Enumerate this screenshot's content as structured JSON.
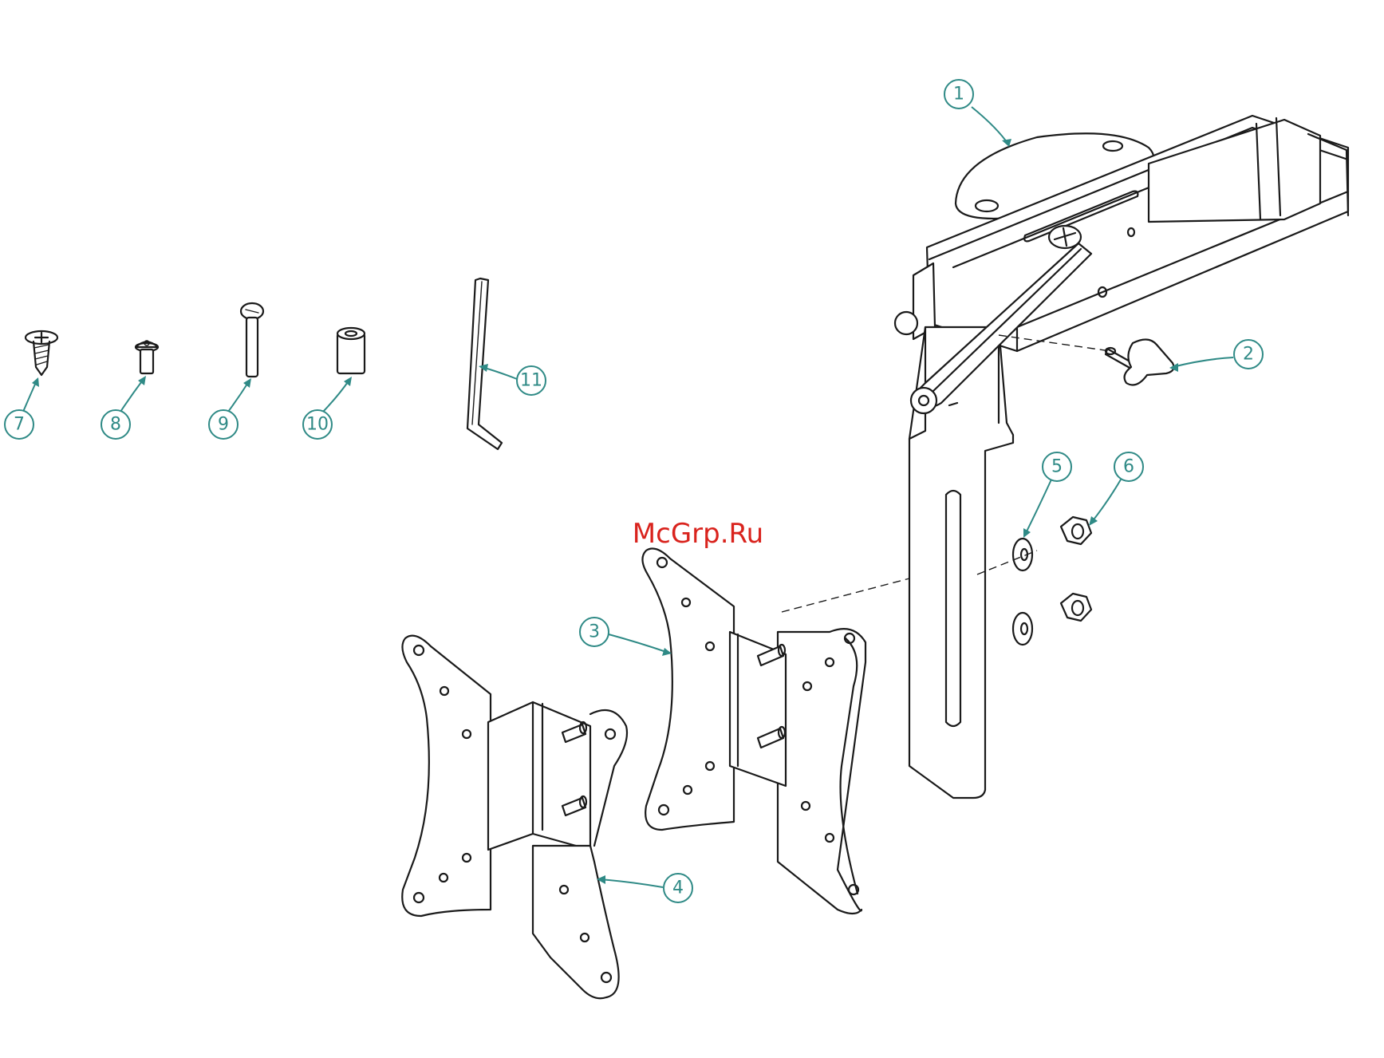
{
  "watermark": {
    "text": "McGrp.Ru",
    "color": "#d9231d"
  },
  "callout_color": "#2f8a86",
  "callouts": [
    {
      "id": "1",
      "label": "1",
      "part": "wall-mount-arm"
    },
    {
      "id": "2",
      "label": "2",
      "part": "knob-screw"
    },
    {
      "id": "3",
      "label": "3",
      "part": "vesa-plate"
    },
    {
      "id": "4",
      "label": "4",
      "part": "tilt-bracket"
    },
    {
      "id": "5",
      "label": "5",
      "part": "washer"
    },
    {
      "id": "6",
      "label": "6",
      "part": "nut"
    },
    {
      "id": "7",
      "label": "7",
      "part": "wood-screw"
    },
    {
      "id": "8",
      "label": "8",
      "part": "short-screw"
    },
    {
      "id": "9",
      "label": "9",
      "part": "long-screw"
    },
    {
      "id": "10",
      "label": "10",
      "part": "spacer"
    },
    {
      "id": "11",
      "label": "11",
      "part": "hex-key"
    }
  ]
}
